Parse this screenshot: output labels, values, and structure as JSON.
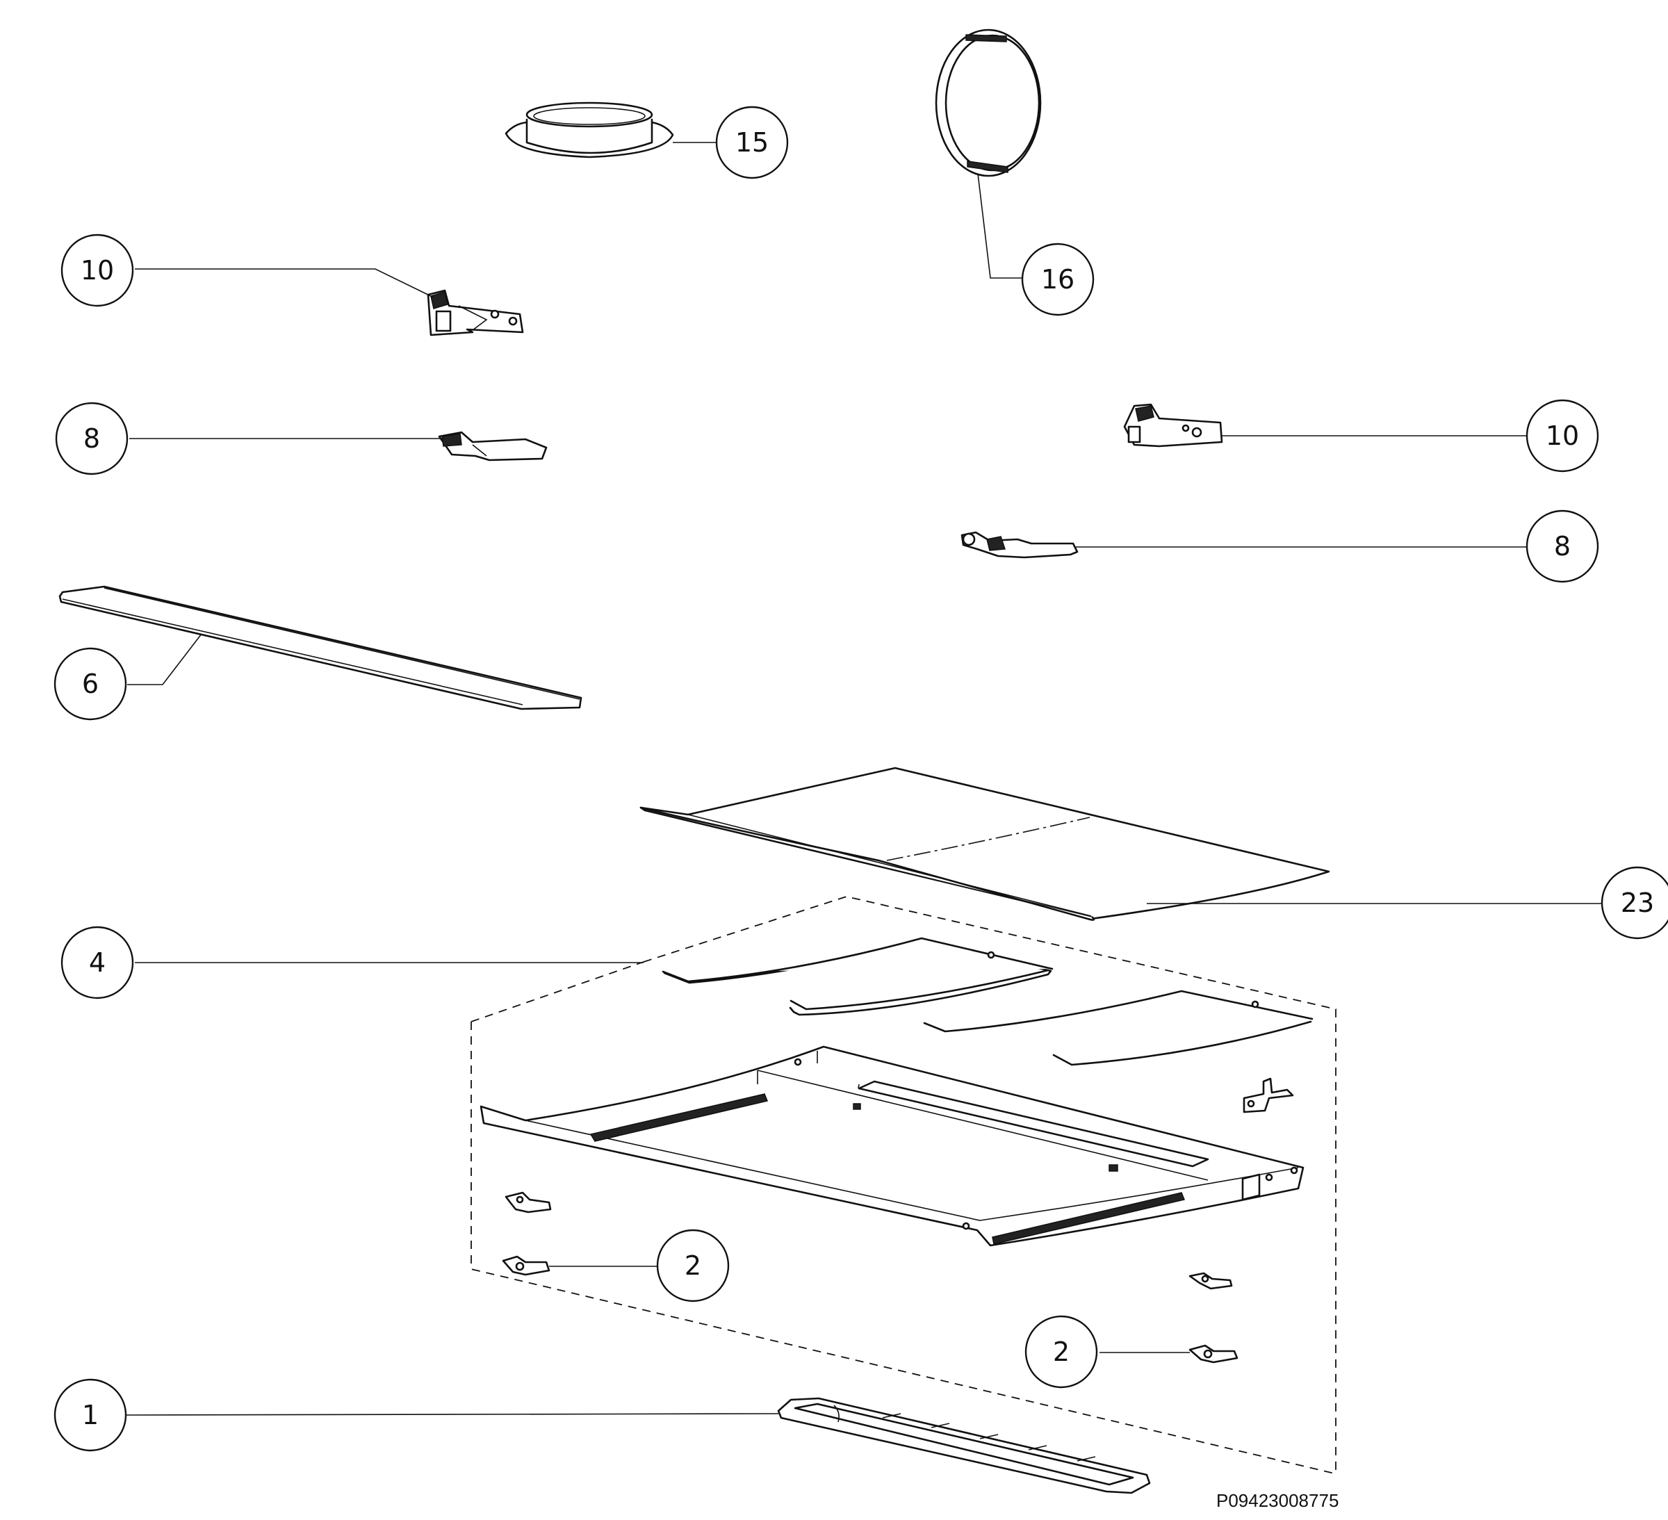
{
  "callouts": {
    "c15": "15",
    "c16": "16",
    "c10_left": "10",
    "c10_right": "10",
    "c8_left": "8",
    "c8_right": "8",
    "c6": "6",
    "c23": "23",
    "c4": "4",
    "c2_left": "2",
    "c2_right": "2",
    "c1": "1"
  },
  "reference_code": "P09423008775"
}
